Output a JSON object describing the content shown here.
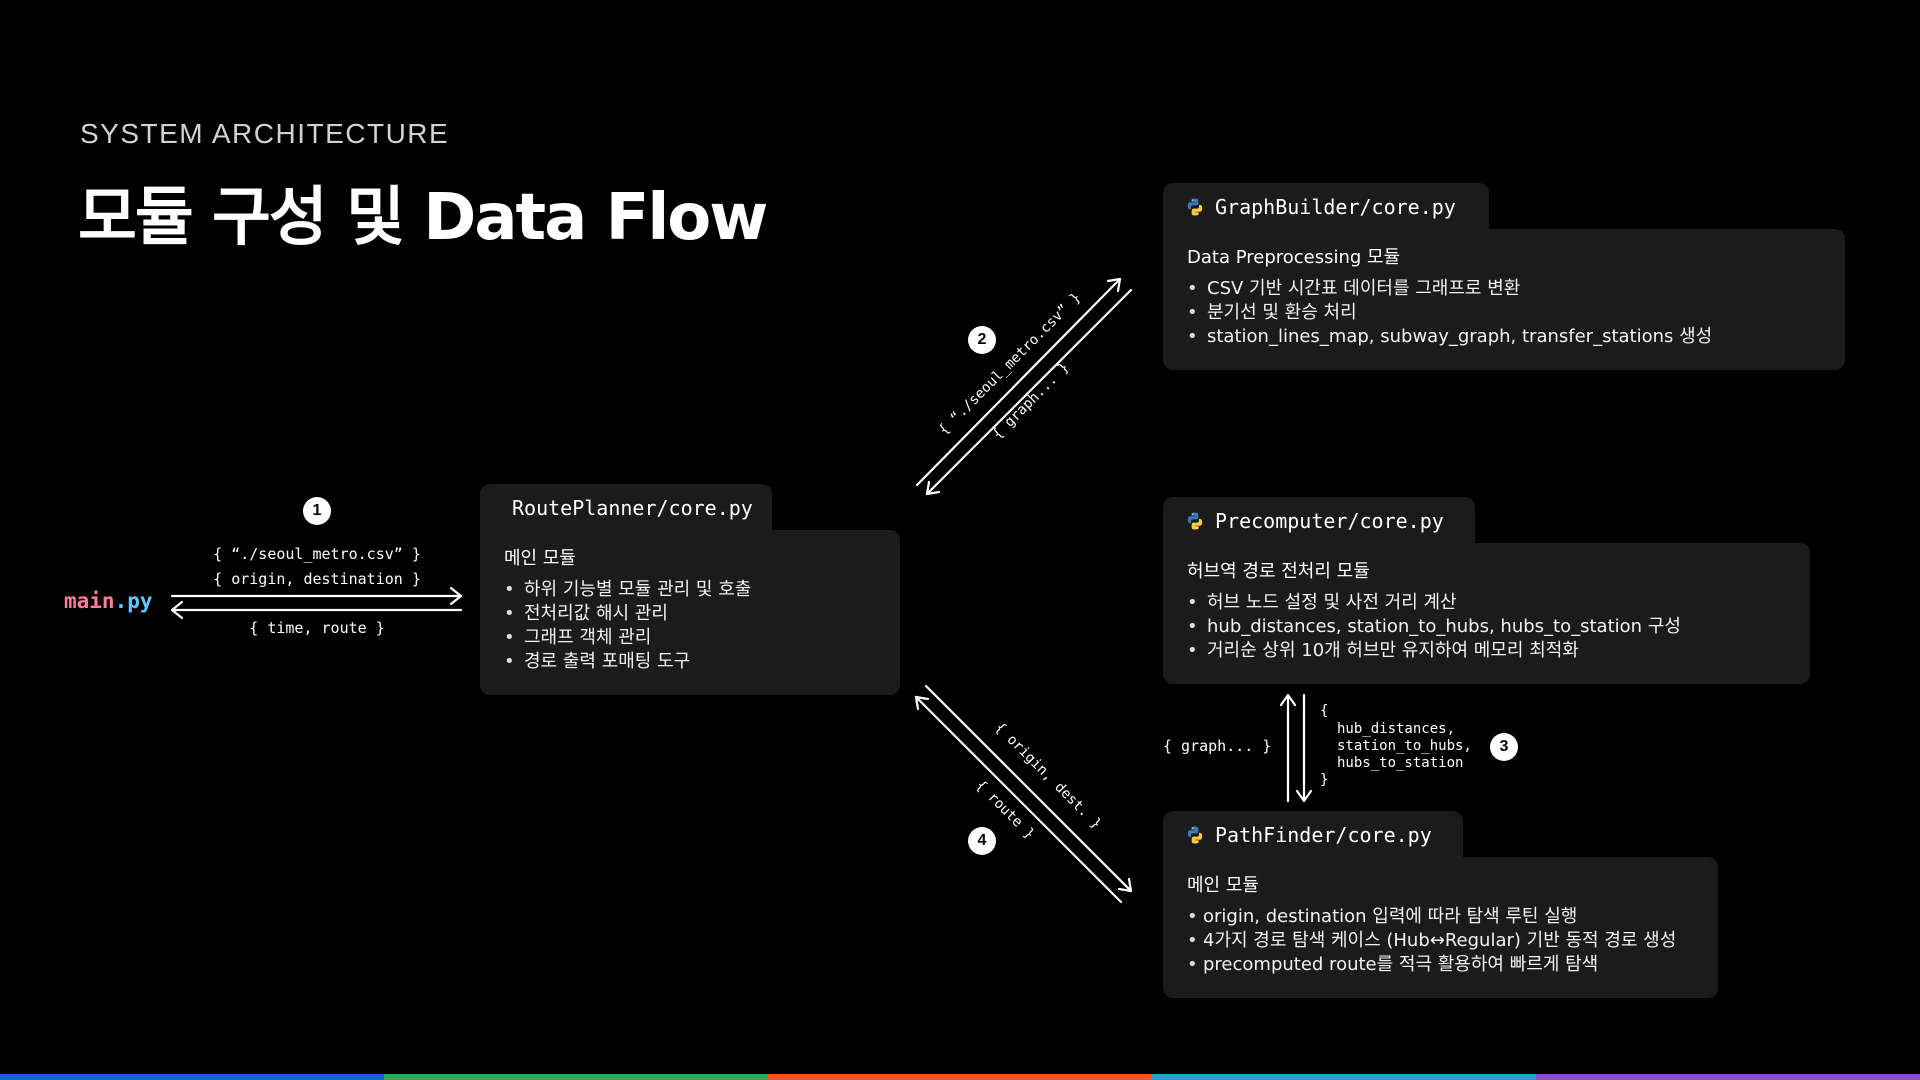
{
  "header": {
    "eyebrow": "SYSTEM ARCHITECTURE",
    "title": "모듈 구성 및 Data Flow"
  },
  "entry": {
    "name_part1": "main",
    "name_part2": ".py"
  },
  "modules": {
    "route_planner": {
      "file": "RoutePlanner/core.py",
      "subtitle": "메인 모듈",
      "items": [
        "하위 기능별 모듈 관리 및 호출",
        "전처리값 해시 관리",
        "그래프 객체 관리",
        "경로 출력 포매팅 도구"
      ]
    },
    "graph_builder": {
      "file": "GraphBuilder/core.py",
      "subtitle": "Data Preprocessing 모듈",
      "items": [
        "CSV 기반 시간표 데이터를 그래프로 변환",
        "분기선 및 환승 처리",
        "station_lines_map, subway_graph, transfer_stations 생성"
      ]
    },
    "precomputer": {
      "file": "Precomputer/core.py",
      "subtitle": "허브역 경로 전처리 모듈",
      "items": [
        "허브 노드 설정 및 사전 거리 계산",
        "hub_distances, station_to_hubs, hubs_to_station 구성",
        "거리순 상위 10개 허브만 유지하여 메모리 최적화"
      ]
    },
    "path_finder": {
      "file": "PathFinder/core.py",
      "subtitle": "메인 모듈",
      "items": [
        "origin, destination 입력에 따라 탐색 루틴 실행",
        "4가지 경로 탐색 케이스 (Hub↔Regular) 기반 동적 경로 생성",
        "precomputed route를 적극 활용하여 빠르게 탐색"
      ]
    }
  },
  "flows": {
    "f1": {
      "num": "1",
      "in_line1": "{ “./seoul_metro.csv” }",
      "in_line2": "{ origin, destination }",
      "out": "{ time, route }"
    },
    "f2": {
      "num": "2",
      "in": "{ “./seoul_metro.csv” }",
      "out": "{ graph... }"
    },
    "f3": {
      "num": "3",
      "left": "{ graph... }",
      "right_open": "{",
      "right_l1": "hub_distances,",
      "right_l2": "station_to_hubs,",
      "right_l3": "hubs_to_station",
      "right_close": "}"
    },
    "f4": {
      "num": "4",
      "in": "{ origin, dest. }",
      "out": "{ route }"
    }
  },
  "bottom_bar_colors": [
    "#1a5fe0",
    "#2fa84f",
    "#f05a1c",
    "#1aa7c9",
    "#8a4bd1"
  ],
  "icons": {
    "module": "python-icon"
  }
}
